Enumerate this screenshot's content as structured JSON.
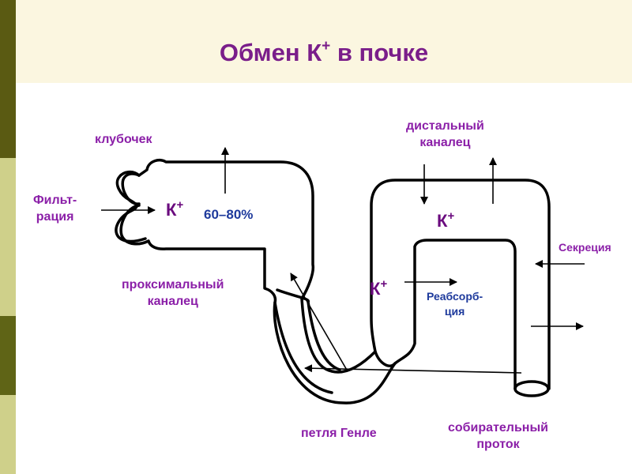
{
  "title": {
    "main": "Обмен К",
    "sup": "+",
    "tail": " в почке"
  },
  "labels": {
    "glomerulus": "клубочек",
    "filtration_line1": "Фильт-",
    "filtration_line2": "рация",
    "distal_line1": "дистальный",
    "distal_line2": "каналец",
    "secretion": "Секреция",
    "proximal_line1": "проксимальный",
    "proximal_line2": "каналец",
    "reabsorption_line1": "Реабсорб-",
    "reabsorption_line2": "ция",
    "loop": "петля Генле",
    "collecting_line1": "собирательный",
    "collecting_line2": "проток",
    "percent": "60–80%"
  },
  "ion": {
    "symbol": "К",
    "charge": "+"
  },
  "colors": {
    "title": "#7a1e8a",
    "label_purple": "#8b1fa8",
    "label_blue": "#1e3a9c",
    "ion": "#6a0a7e",
    "sidebar": [
      "#5a5a12",
      "#cfd08a",
      "#5f6416",
      "#cfd08a"
    ],
    "header_band": "#fbf6e0"
  }
}
